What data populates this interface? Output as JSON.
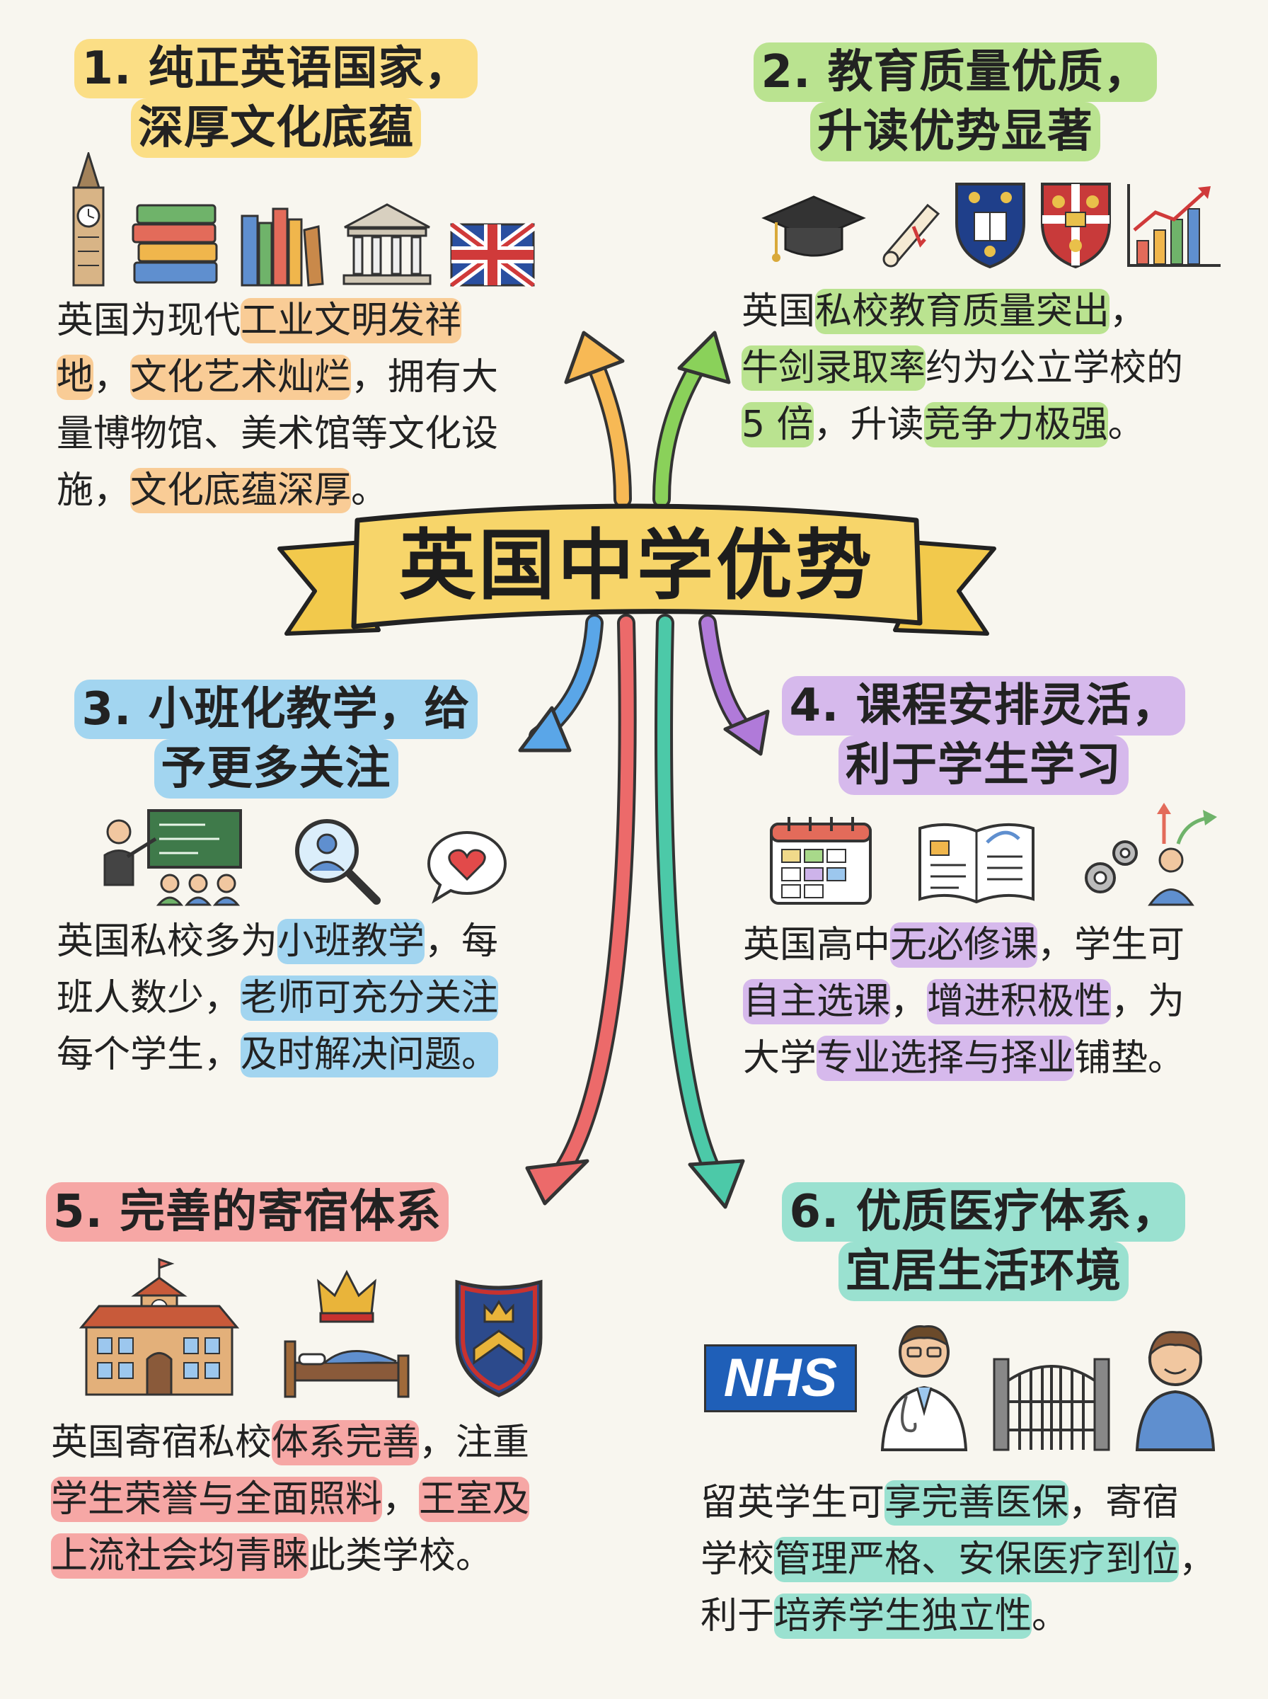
{
  "main_title": "英国中学优势",
  "sections": [
    {
      "title_lines": [
        "1. 纯正英语国家，",
        "深厚文化底蕴"
      ],
      "body_lines": [
        [
          "英国为现代",
          "工业文明发祥"
        ],
        [
          "地",
          "，",
          "文化艺术灿烂",
          "，拥有大"
        ],
        [
          "量博物馆、美术馆等文化设"
        ],
        [
          "施，",
          "文化底蕴深厚",
          "。"
        ]
      ],
      "icons": [
        "big-ben-icon",
        "books-stack-icon",
        "bookshelf-icon",
        "museum-icon",
        "uk-flag-icon"
      ],
      "color": "#f7b955"
    },
    {
      "title_lines": [
        "2. 教育质量优质，",
        "升读优势显著"
      ],
      "body_lines": [
        [
          "英国",
          "私校教育质量突出",
          "，"
        ],
        [
          "牛剑录取率",
          "约为公立学校的"
        ],
        [
          "5 倍",
          "，升读",
          "竞争力极强",
          "。"
        ]
      ],
      "icons": [
        "graduation-cap-icon",
        "diploma-icon",
        "oxford-crest-icon",
        "cambridge-crest-icon",
        "growth-chart-icon"
      ],
      "color": "#8ad15a"
    },
    {
      "title_lines": [
        "3. 小班化教学，给",
        "予更多关注"
      ],
      "body_lines": [
        [
          "英国私校多为",
          "小班教学",
          "，每"
        ],
        [
          "班人数少，",
          "老师可充分关注"
        ],
        [
          "每个学生，",
          "及时解决问题。"
        ]
      ],
      "icons": [
        "teacher-class-icon",
        "magnifier-person-icon",
        "heart-bubble-icon"
      ],
      "color": "#5aa6e8"
    },
    {
      "title_lines": [
        "4. 课程安排灵活，",
        "利于学生学习"
      ],
      "body_lines": [
        [
          "英国高中",
          "无必修课",
          "，学生可"
        ],
        [
          "自主选课",
          "，",
          "增进积极性",
          "，为"
        ],
        [
          "大学",
          "专业选择与择业",
          "铺垫。"
        ]
      ],
      "icons": [
        "calendar-icon",
        "open-book-icon",
        "gears-person-icon"
      ],
      "color": "#b07ad9"
    },
    {
      "title_lines": [
        "5. 完善的寄宿体系"
      ],
      "body_lines": [
        [
          "英国寄宿私校",
          "体系完善",
          "，注重"
        ],
        [
          "学生荣誉与全面照料",
          "，",
          "王室及"
        ],
        [
          "上流社会均青睐",
          "此类学校。"
        ]
      ],
      "icons": [
        "school-building-icon",
        "crown-bed-icon",
        "shield-crest-icon"
      ],
      "color": "#ec6a6a"
    },
    {
      "title_lines": [
        "6. 优质医疗体系，",
        "宜居生活环境"
      ],
      "body_lines": [
        [
          "留英学生可",
          "享完善医保",
          "，寄宿"
        ],
        [
          "学校",
          "管理严格、安保医疗到位",
          "，"
        ],
        [
          "利于",
          "培养学生独立性",
          "。"
        ]
      ],
      "icons": [
        "nhs-logo-icon",
        "doctor-icon",
        "gate-icon",
        "student-icon"
      ],
      "nhs_text": "NHS",
      "color": "#4cc9a8"
    }
  ]
}
